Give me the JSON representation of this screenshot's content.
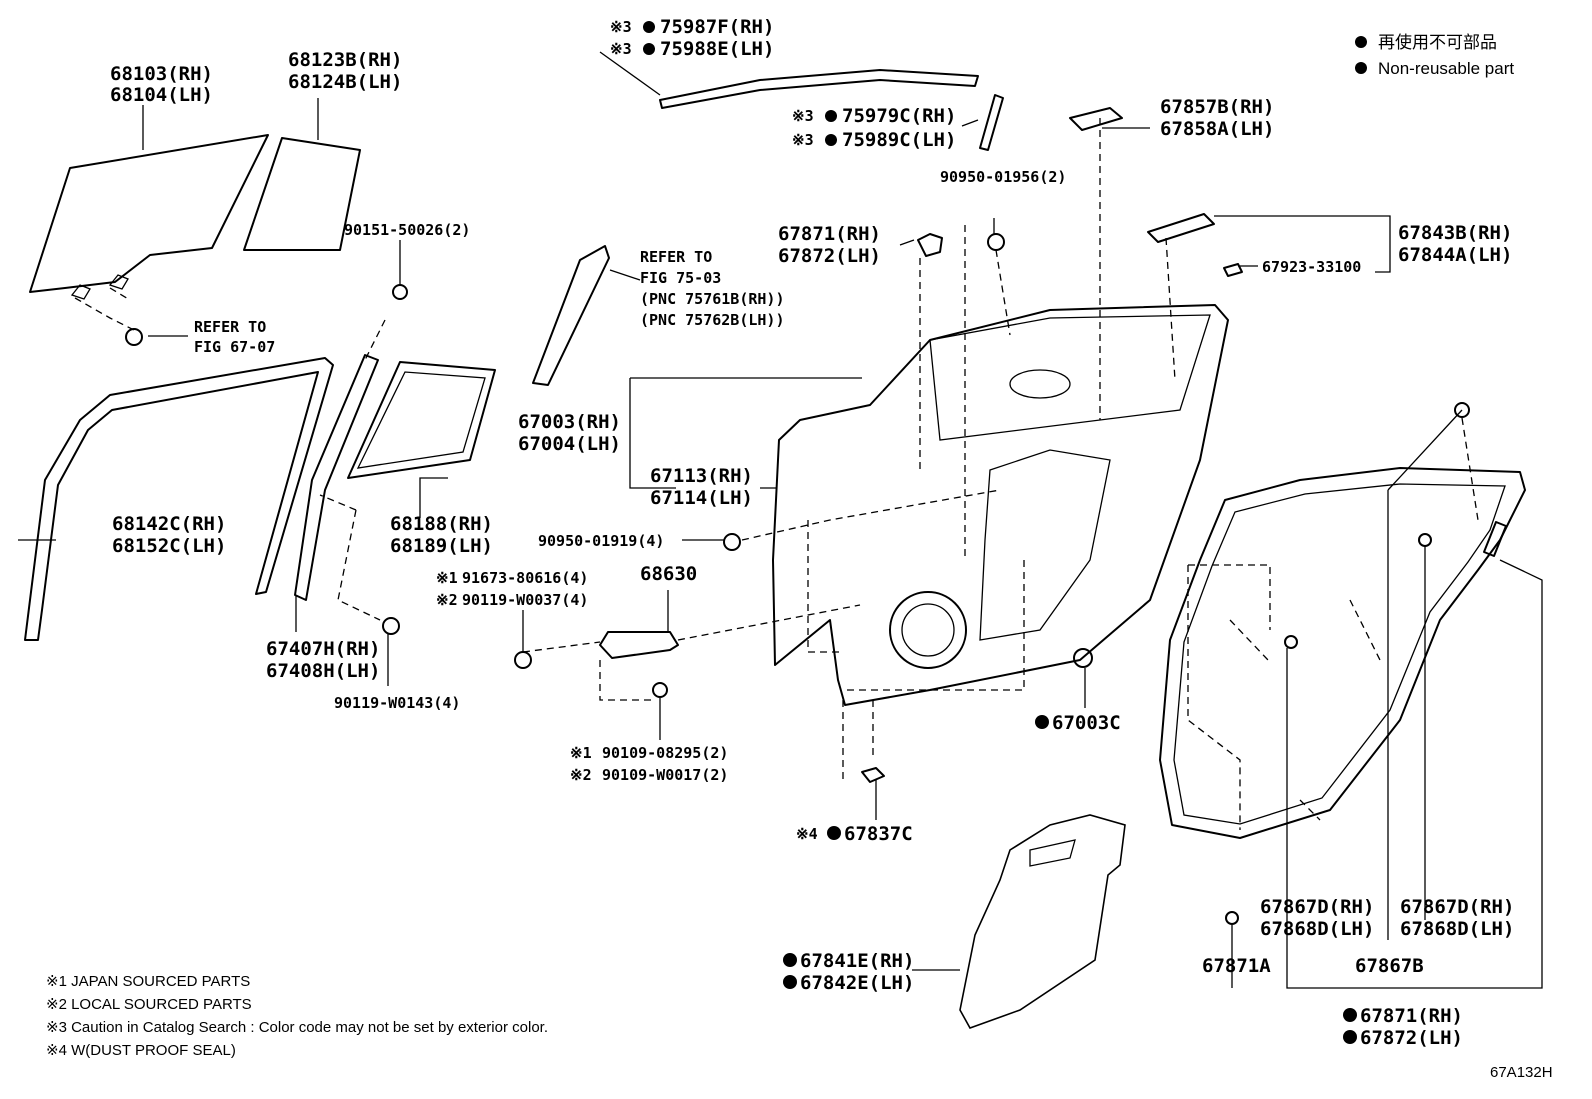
{
  "diagram_id": "67A132H",
  "legend": {
    "ja": "再使用不可部品",
    "en": "Non-reusable part"
  },
  "notes": [
    "※1 JAPAN SOURCED PARTS",
    "※2 LOCAL SOURCED PARTS",
    "※3 Caution in Catalog Search : Color code may not be set by exterior color.",
    "※4 W(DUST PROOF SEAL)"
  ],
  "labels": {
    "glass_rh": "68103(RH)",
    "glass_lh": "68104(LH)",
    "quarter_glass_rh": "68123B(RH)",
    "quarter_glass_lh": "68124B(LH)",
    "refer_67_a": "REFER TO",
    "refer_67_b": "FIG 67-07",
    "screw_90151": "90151-50026(2)",
    "refer_75_a": "REFER TO",
    "refer_75_b": "FIG 75-03",
    "refer_75_c": "(PNC 75761B(RH))",
    "refer_75_d": "(PNC 75762B(LH))",
    "mold_top_rh_mark": "※3",
    "mold_top_rh": "75987F(RH)",
    "mold_top_lh_mark": "※3",
    "mold_top_lh": "75988E(LH)",
    "mold_side_rh_mark": "※3",
    "mold_side_rh": "75979C(RH)",
    "mold_side_lh_mark": "※3",
    "mold_side_lh": "75989C(LH)",
    "plug_90950a": "90950-01956(2)",
    "handle_rh": "67857B(RH)",
    "handle_lh": "67858A(LH)",
    "clip_rh": "67871(RH)",
    "clip_lh": "67872(LH)",
    "frame_rh": "67843B(RH)",
    "frame_lh": "67844A(LH)",
    "clip_67923": "67923-33100",
    "door_rh": "67003(RH)",
    "door_lh": "67004(LH)",
    "weather_rh": "67113(RH)",
    "weather_lh": "67114(LH)",
    "run_rh": "68142C(RH)",
    "run_lh": "68152C(LH)",
    "division_rh": "68188(RH)",
    "division_lh": "68189(LH)",
    "plug_90950b": "90950-01919(4)",
    "bolt_a_mark": "※1",
    "bolt_a": "91673-80616(4)",
    "bolt_b_mark": "※2",
    "bolt_b": "90119-W0037(4)",
    "check": "68630",
    "channel_rh": "67407H(RH)",
    "channel_lh": "67408H(LH)",
    "bolt_90119": "90119-W0143(4)",
    "bolt_c_mark": "※1",
    "bolt_c": "90109-08295(2)",
    "bolt_d_mark": "※2",
    "bolt_d": "90109-W0017(2)",
    "hole_cover": "67003C",
    "seal_mark": "※4",
    "seal": "67837C",
    "cover_rh": "67841E(RH)",
    "cover_lh": "67842E(LH)",
    "ws_a_rh": "67867D(RH)",
    "ws_a_lh": "67868D(LH)",
    "ws_b_rh": "67867D(RH)",
    "ws_b_lh": "67868D(LH)",
    "clip_67871a": "67871A",
    "ws_67867b": "67867B"
  }
}
